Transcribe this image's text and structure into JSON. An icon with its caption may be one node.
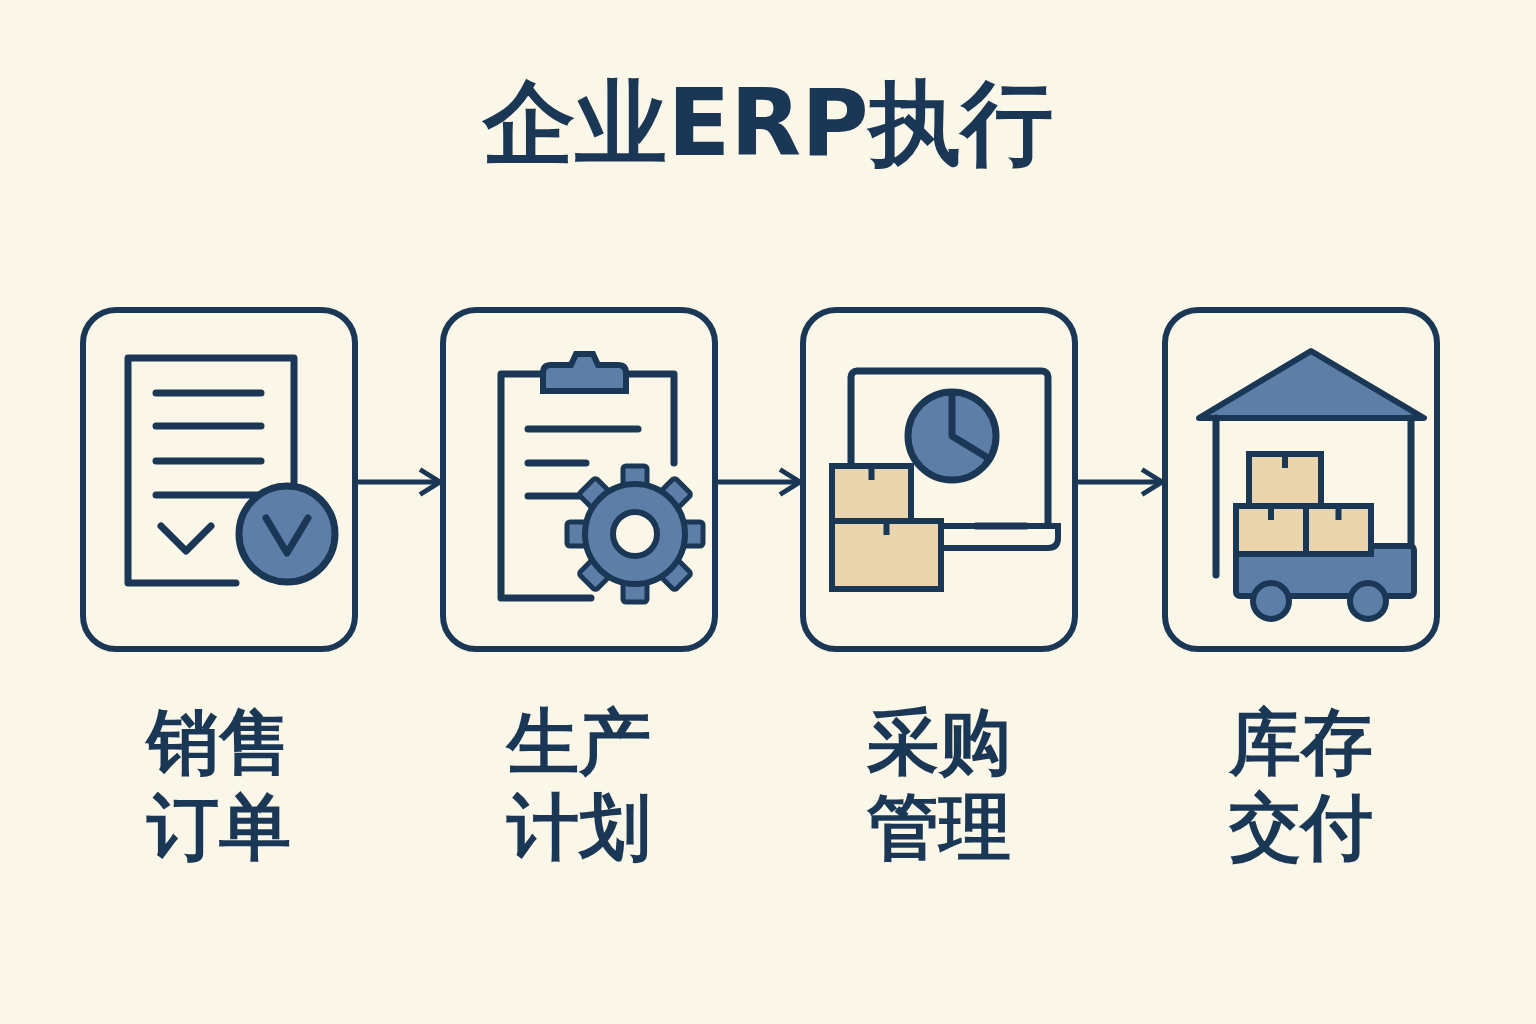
{
  "diagram": {
    "title": "企业ERP执行",
    "nodes": [
      {
        "text": [
          "销售订单"
        ]
      },
      {
        "text": [
          "生产计划"
        ]
      },
      {
        "text": [
          "采购管理"
        ]
      },
      {
        "text": [
          "库存交付"
        ]
      }
    ],
    "edges": [
      {
        "from": 0,
        "to": 1,
        "arrow": "to"
      },
      {
        "from": 1,
        "to": 2,
        "arrow": "to"
      },
      {
        "from": 2,
        "to": 3,
        "arrow": "to"
      }
    ]
  }
}
